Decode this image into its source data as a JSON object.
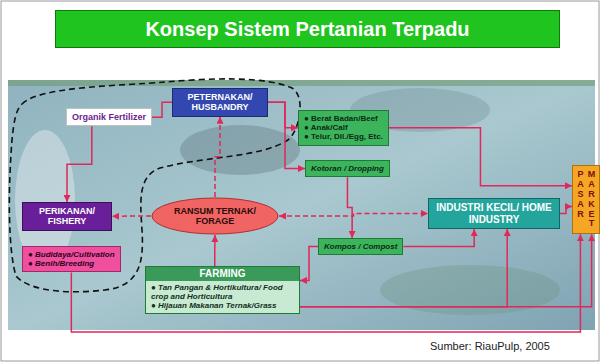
{
  "diagram": {
    "title": "Konsep Sistem Pertanian Terpadu",
    "caption": "Sumber: RiauPulp, 2005",
    "nodes": [
      {
        "text": [
          "PETERNAKAN/ HUSBANDRY"
        ]
      },
      {
        "text": [
          "Organik Fertilizer"
        ]
      },
      {
        "text": [
          "● Berat Badan/Beef",
          "● Anak/Calf",
          "● Telur, Dll./Egg, Etc."
        ]
      },
      {
        "text": [
          "Kotoran / Dropping"
        ]
      },
      {
        "text": [
          "PERIKANAN/ FISHERY"
        ]
      },
      {
        "text": [
          "RANSUM TERNAK/ FORAGE"
        ]
      },
      {
        "text": [
          "INDUSTRI KECIL/ HOME INDUSTRY"
        ]
      },
      {
        "text": [
          "PASAR",
          "MARKET"
        ]
      },
      {
        "text": [
          "● Budidaya/Cultivation",
          "● Benih/Breeding"
        ]
      },
      {
        "text": [
          "Kompos / Compost"
        ]
      },
      {
        "text": [
          "FARMING",
          "● Tan Pangan & Hortikultura/ Food crop and Horticultura",
          "● Hijauan Makanan Ternak/Grass"
        ]
      }
    ],
    "edges": [
      {
        "from": 0,
        "to": 2,
        "arrow": "to"
      },
      {
        "from": 0,
        "to": 3,
        "arrow": "to"
      },
      {
        "from": 0,
        "to": 1,
        "arrow": "none"
      },
      {
        "from": 1,
        "to": 4,
        "arrow": "to"
      },
      {
        "from": 5,
        "to": 0,
        "arrow": "to"
      },
      {
        "from": 5,
        "to": 4,
        "arrow": "to"
      },
      {
        "from": 5,
        "to": 6,
        "arrow": "both"
      },
      {
        "from": 10,
        "to": 5,
        "arrow": "to"
      },
      {
        "from": 3,
        "to": 9,
        "arrow": "to"
      },
      {
        "from": 9,
        "to": 10,
        "arrow": "to"
      },
      {
        "from": 9,
        "to": 6,
        "arrow": "to"
      },
      {
        "from": 10,
        "to": 6,
        "arrow": "to"
      },
      {
        "from": 2,
        "to": 7,
        "arrow": "to"
      },
      {
        "from": 6,
        "to": 7,
        "arrow": "to"
      },
      {
        "from": 8,
        "to": 7,
        "arrow": "to"
      },
      {
        "from": 10,
        "to": 7,
        "arrow": "to"
      }
    ]
  }
}
